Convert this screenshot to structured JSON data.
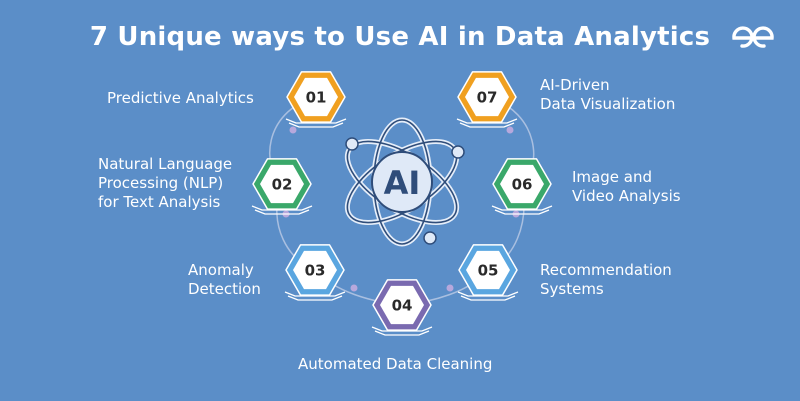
{
  "title": "7 Unique ways to Use AI in Data Analytics",
  "logo": {
    "name": "geeksforgeeks-logo",
    "color": "#ffffff"
  },
  "center": {
    "text": "AI"
  },
  "colors": {
    "background": "#5b8ec8",
    "ring": "#a9bfe0",
    "hex_fill": "#ffffff"
  },
  "items": [
    {
      "number": "01",
      "label": "Predictive Analytics",
      "accent": "#f0a020"
    },
    {
      "number": "02",
      "label": "Natural Language\nProcessing (NLP)\nfor Text Analysis",
      "accent": "#3aa86a"
    },
    {
      "number": "03",
      "label": "Anomaly\nDetection",
      "accent": "#5aa6e0"
    },
    {
      "number": "04",
      "label": "Automated Data Cleaning",
      "accent": "#7a6ab0"
    },
    {
      "number": "05",
      "label": "Recommendation\nSystems",
      "accent": "#5aa6e0"
    },
    {
      "number": "06",
      "label": "Image and\nVideo Analysis",
      "accent": "#3aa86a"
    },
    {
      "number": "07",
      "label": "AI-Driven\nData Visualization",
      "accent": "#f0a020"
    }
  ]
}
